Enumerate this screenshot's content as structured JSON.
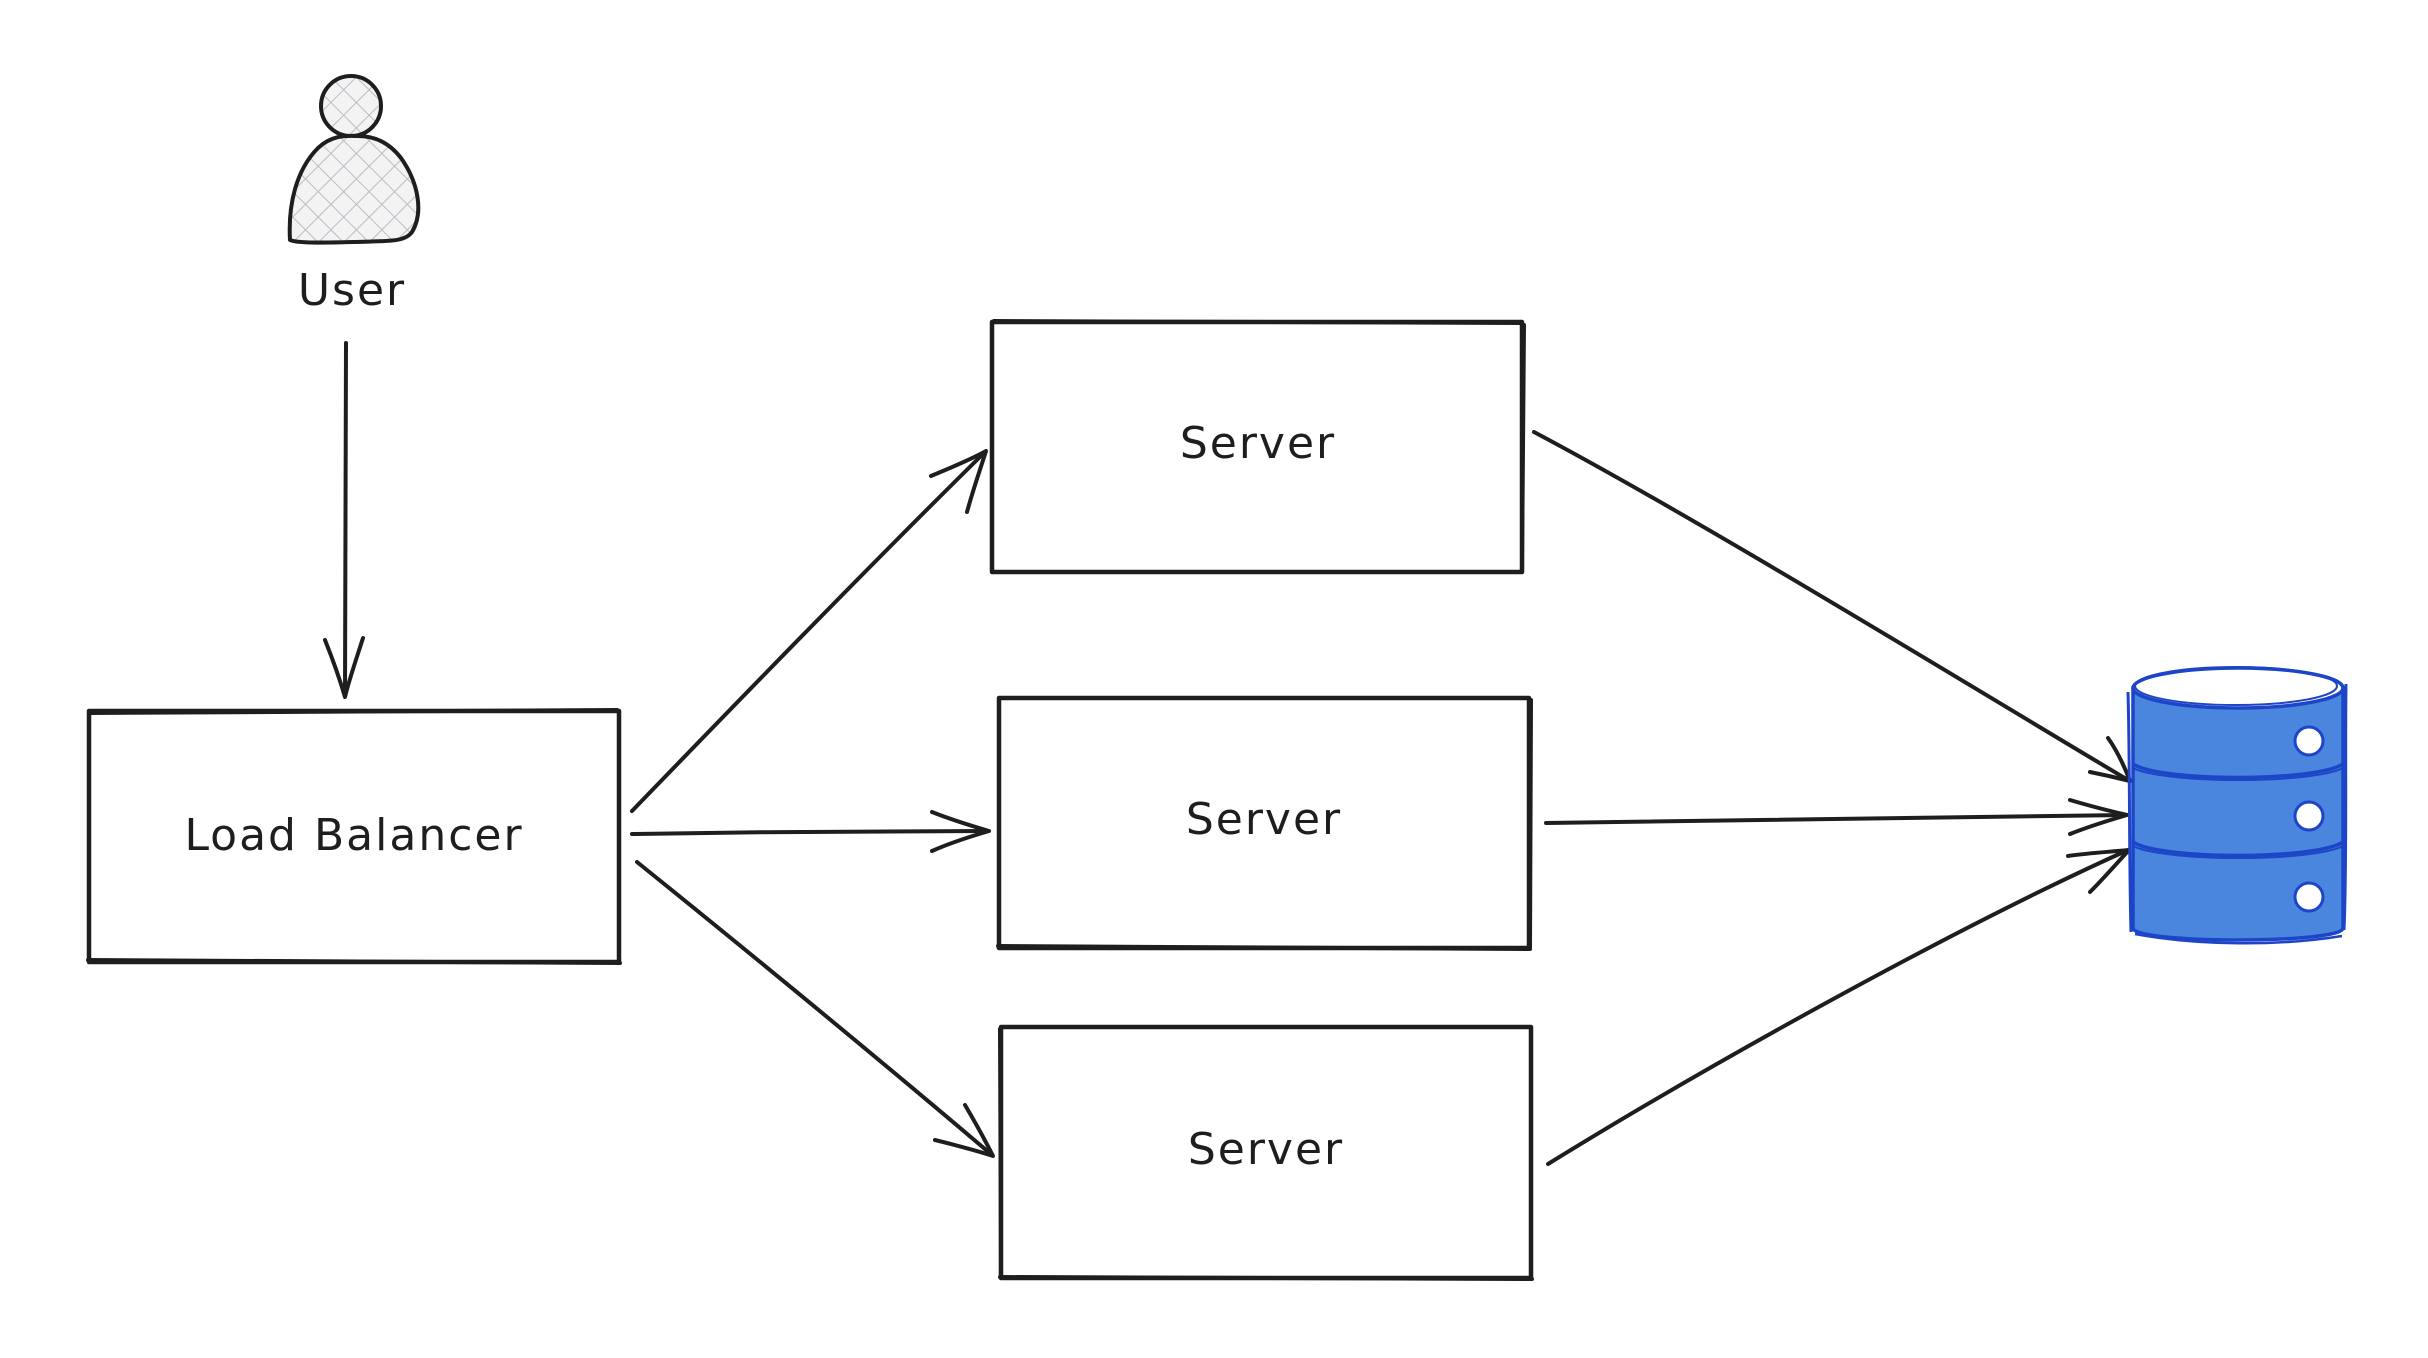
{
  "diagram": {
    "user": {
      "label": "User",
      "icon": "person-icon"
    },
    "load_balancer": {
      "label": "Load Balancer"
    },
    "servers": [
      {
        "label": "Server"
      },
      {
        "label": "Server"
      },
      {
        "label": "Server"
      }
    ],
    "database": {
      "icon": "database-icon",
      "color": "#4a86de",
      "stroke_color": "#1d45c8"
    },
    "edges": [
      {
        "from": "User",
        "to": "Load Balancer"
      },
      {
        "from": "Load Balancer",
        "to": "Server 1"
      },
      {
        "from": "Load Balancer",
        "to": "Server 2"
      },
      {
        "from": "Load Balancer",
        "to": "Server 3"
      },
      {
        "from": "Server 1",
        "to": "Database"
      },
      {
        "from": "Server 2",
        "to": "Database"
      },
      {
        "from": "Server 3",
        "to": "Database"
      }
    ],
    "colors": {
      "stroke": "#1e1e1e",
      "background": "#ffffff"
    }
  }
}
